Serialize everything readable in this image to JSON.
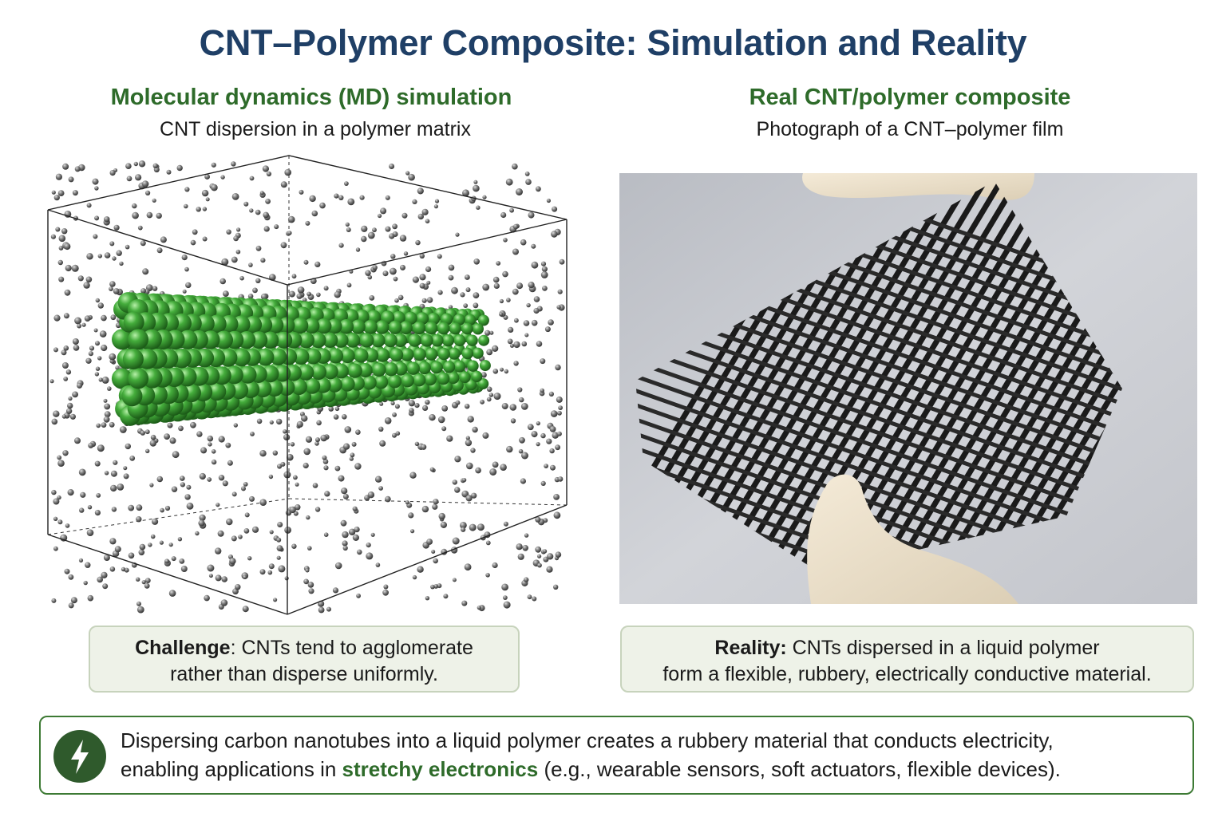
{
  "title": "CNT–Polymer Composite: Simulation and Reality",
  "left": {
    "heading": "Molecular dynamics (MD) simulation",
    "subheading": "CNT dispersion in a polymer matrix"
  },
  "right": {
    "heading": "Real CNT/polymer composite",
    "subheading": "Photograph of a CNT–polymer film"
  },
  "challenge": {
    "label": "Challenge",
    "line1_rest": ": CNTs tend to agglomerate",
    "line2": "rather than disperse uniformly."
  },
  "reality": {
    "label": "Reality:",
    "line1_rest": " CNTs dispersed in a liquid polymer",
    "line2": "form a flexible, rubbery, electrically conductive material."
  },
  "summary": {
    "icon": "lightning-bolt-icon",
    "line1": "Dispersing carbon nanotubes into a liquid polymer creates a rubbery material that conducts electricity,",
    "line2_start": "enabling applications in ",
    "highlight": "stretchy electronics",
    "line2_end": " (e.g., wearable sensors, soft actuators, flexible devices)."
  },
  "colors": {
    "title": "#1f3f66",
    "accent_green": "#2e6b2a",
    "cnt_green": "#3aa13a",
    "polymer_gray": "#666666",
    "note_bg": "#eef2e8"
  }
}
